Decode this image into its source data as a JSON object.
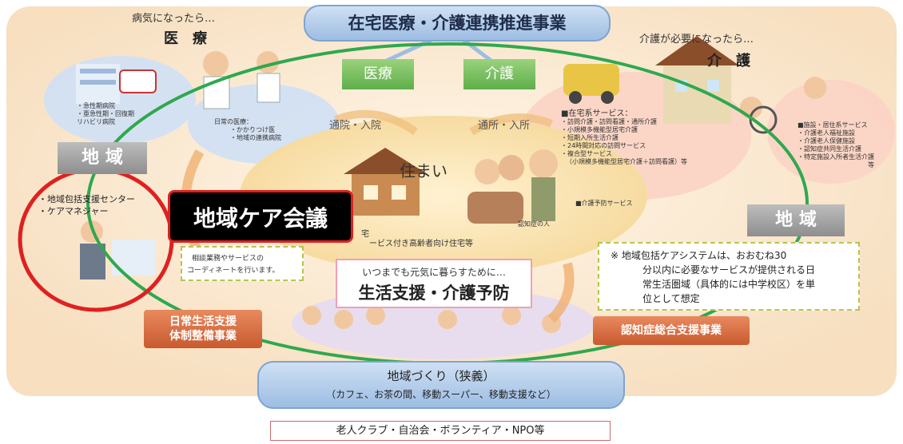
{
  "colors": {
    "background_cream": "#fbe9d3",
    "center_home": "#fbe3b5",
    "green_ring": "#2fa84f",
    "red_circle": "#e02020",
    "blue_pill": "#a8c4e6",
    "orange_box": "#d96a3e",
    "green_tab": "#6cb955",
    "gray_tab": "#a0a0a0"
  },
  "top": {
    "title": "在宅医療・介護連携推進事業"
  },
  "tabs": {
    "medical": "医療",
    "care": "介護"
  },
  "medical": {
    "when_sick": "病気になったら…",
    "heading": "医　療",
    "hospital_list": [
      "・急性期病院",
      "・亜急性期・回復期",
      "リハビリ病院"
    ],
    "daily_medical": "日常の医療：",
    "daily_items": [
      "・かかりつけ医",
      "・地域の連携病院"
    ]
  },
  "care": {
    "when_needed": "介護が必要になったら…",
    "heading": "介　護",
    "home_services": [
      "■在宅系サービス：",
      "・訪問介護・訪問看護・通所介護",
      "・小規模多機能型居宅介護",
      "・短期入所生活介護",
      "・24時間対応の訪問サービス",
      "・複合型サービス",
      "（小規模多機能型居宅介護＋訪問看護）等"
    ],
    "prevention": "■介護予防サービス",
    "facility_services": [
      "■施設・居住系サービス",
      "・介護老人福祉施設",
      "・介護老人保健施設",
      "・認知症共同生活介護",
      "・特定施設入所者生活介護",
      "等"
    ]
  },
  "home": {
    "commute_left": "通院・入院",
    "commute_right": "通所・入所",
    "label": "住まい",
    "house_line1": "宅",
    "house_line2": "ービス付き高齢者向け住宅等",
    "dementia": "認知症の人"
  },
  "region": {
    "left": "地 域",
    "right": "地 域"
  },
  "center": {
    "items": [
      "・地域包括支援センター",
      "・ケアマネジャー"
    ],
    "coordinate": [
      "相談業務やサービスの",
      "コーディネートを行います。"
    ]
  },
  "meeting": {
    "label": "地域ケア会議"
  },
  "life": {
    "subtitle": "いつまでも元気に暮らすために…",
    "title": "生活支援・介護予防"
  },
  "note": {
    "lines": [
      "※ 地域包括ケアシステムは、おおむね30",
      "分以内に必要なサービスが提供される日",
      "常生活圏域（具体的には中学校区）を単",
      "位として想定"
    ]
  },
  "boxes": {
    "left": [
      "日常生活支援",
      "体制整備事業"
    ],
    "right": "認知症総合支援事業"
  },
  "bottom": {
    "title": "地域づくり（狭義）",
    "subtitle": "（カフェ、お茶の間、移動スーパー、移動支援など）",
    "groups": "老人クラブ・自治会・ボランティア・NPO等"
  }
}
